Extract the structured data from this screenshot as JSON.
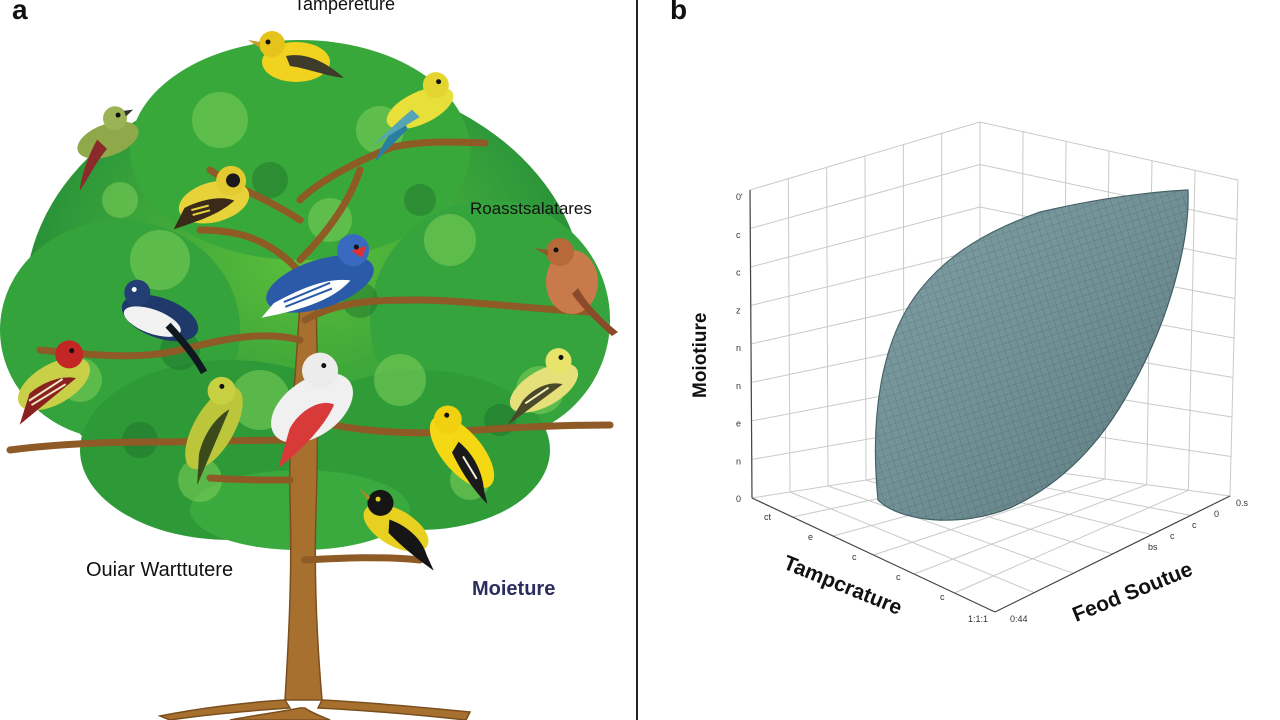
{
  "panels": {
    "a": {
      "label": "a",
      "annotations": {
        "top": "Tampereture",
        "right": "Roasstsalatares",
        "left": "Ouiar Warttutere",
        "bottom_right": "Moieture"
      },
      "birds": [
        {
          "name": "yellow-bird-top",
          "body": "#f1d21e",
          "wing": "#3d3b2a"
        },
        {
          "name": "green-red-bird",
          "body": "#8fa84a",
          "wing": "#8b2a2a"
        },
        {
          "name": "yellow-blue-bird",
          "body": "#e9df3a",
          "wing": "#2a7fa0"
        },
        {
          "name": "black-yellow-bird",
          "body": "#e8d23a",
          "wing": "#3a2a1a"
        },
        {
          "name": "brown-bird",
          "body": "#c97a4a",
          "wing": "#8b4a2a"
        },
        {
          "name": "blue-bird",
          "body": "#2b5aa8",
          "wing": "#ffffff"
        },
        {
          "name": "blue-white-bird",
          "body": "#1f3a6a",
          "wing": "#f2f2f2"
        },
        {
          "name": "red-striped-bird",
          "body": "#c8d048",
          "wing": "#8a2020"
        },
        {
          "name": "green-yellow-bird",
          "body": "#bcc63a",
          "wing": "#3a4a1a"
        },
        {
          "name": "white-red-bird",
          "body": "#f0f0f0",
          "wing": "#d83a3a"
        },
        {
          "name": "warbler-bird",
          "body": "#e6e07a",
          "wing": "#4a4a2a"
        },
        {
          "name": "goldfinch-bird",
          "body": "#f4d814",
          "wing": "#1a1a1a"
        },
        {
          "name": "black-yellow-small-bird",
          "body": "#e8d020",
          "wing": "#151515"
        }
      ]
    },
    "b": {
      "label": "b",
      "axes": {
        "vertical": "Moiotiure",
        "front_left": "Tampcrature",
        "front_right": "Feod Soutue"
      },
      "vertical_ticks": [
        "0",
        "n",
        "e",
        "n",
        "n",
        "z",
        "c",
        "c",
        "0'"
      ],
      "left_ticks": [
        "ct",
        "e",
        "c",
        "c",
        "c"
      ],
      "right_ticks": [
        "0.s",
        "0",
        "c",
        "c",
        "bs"
      ],
      "corner_ticks": {
        "front": "1:1:1",
        "right": "0:44"
      },
      "surface_color": "#6f9399",
      "surface_mesh_color": "#4e7278"
    }
  }
}
